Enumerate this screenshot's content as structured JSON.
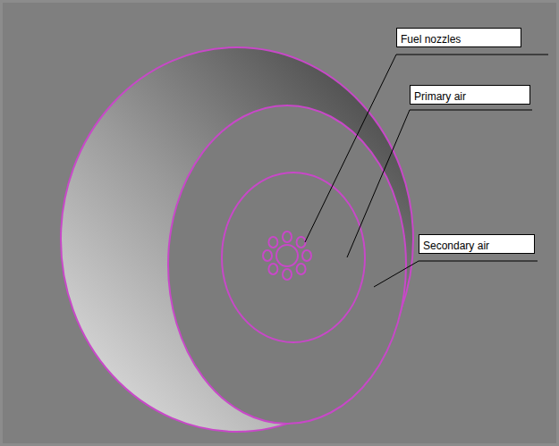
{
  "diagram": {
    "nodes": [
      {
        "text": [
          "Fuel nozzles"
        ]
      },
      {
        "text": [
          "Primary air"
        ]
      },
      {
        "text": [
          "Secondary air"
        ]
      }
    ]
  }
}
